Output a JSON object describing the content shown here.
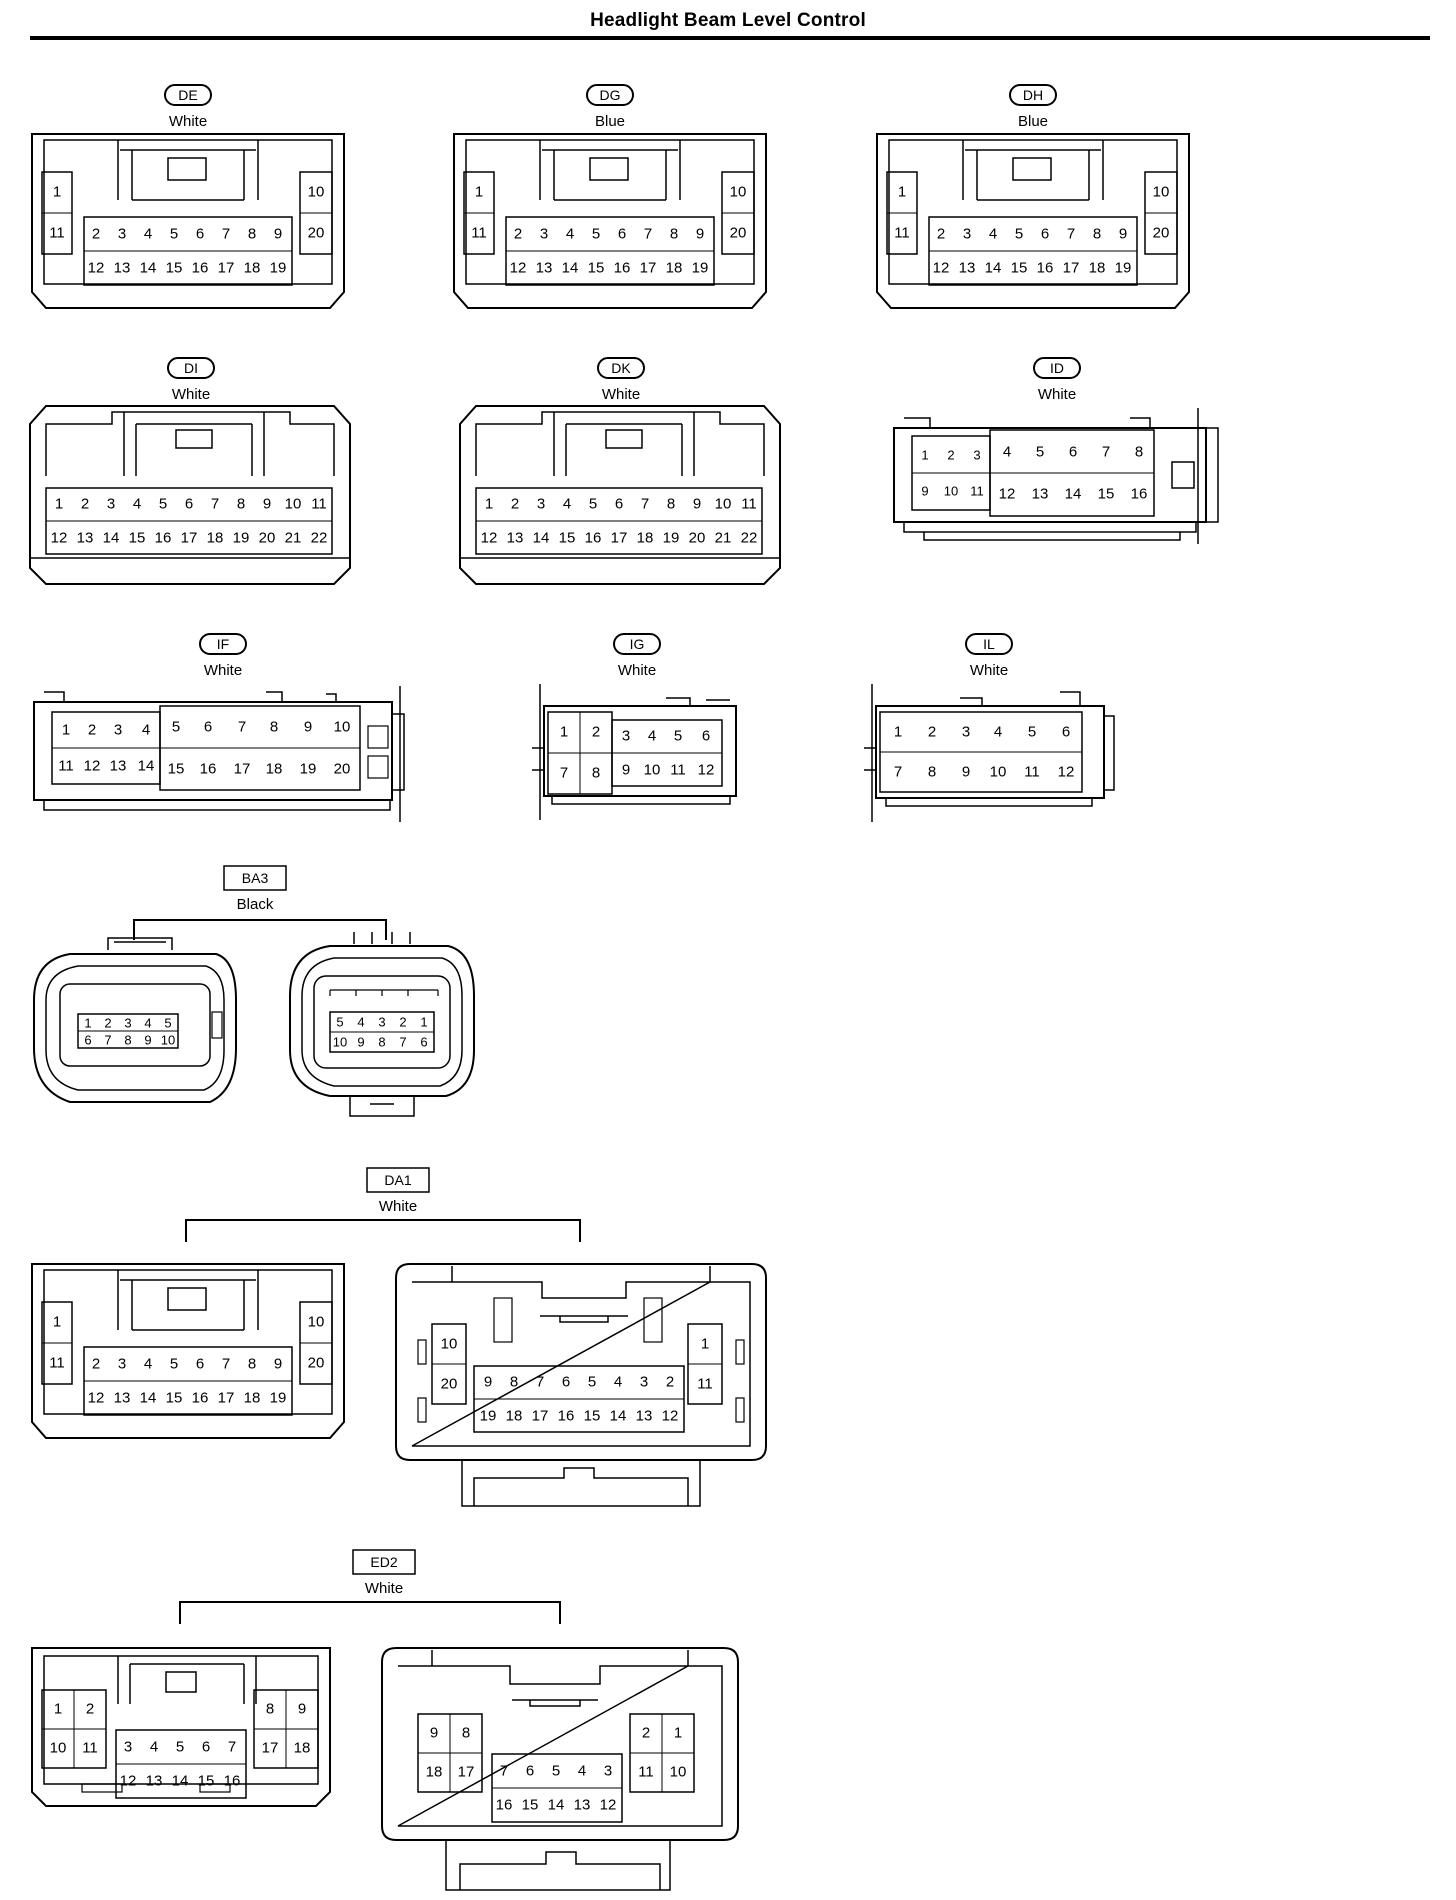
{
  "title": "Headlight Beam Level Control",
  "connectors": [
    {
      "id": "DE",
      "color": "White"
    },
    {
      "id": "DG",
      "color": "Blue"
    },
    {
      "id": "DH",
      "color": "Blue"
    },
    {
      "id": "DI",
      "color": "White"
    },
    {
      "id": "DK",
      "color": "White"
    },
    {
      "id": "ID",
      "color": "White"
    },
    {
      "id": "IF",
      "color": "White"
    },
    {
      "id": "IG",
      "color": "White"
    },
    {
      "id": "IL",
      "color": "White"
    },
    {
      "id": "BA3",
      "color": "Black"
    },
    {
      "id": "DA1",
      "color": "White"
    },
    {
      "id": "ED2",
      "color": "White"
    }
  ]
}
